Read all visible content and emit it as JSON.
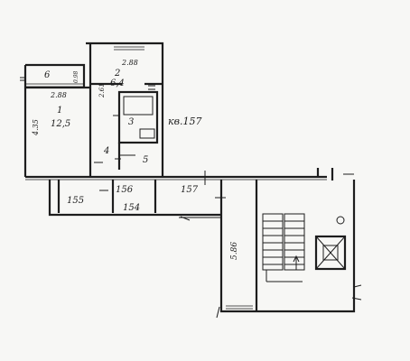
{
  "rooms": {
    "r1_number": "1",
    "r1_area": "12,5",
    "r1_height": "4.35",
    "r2_number": "2",
    "r2_area": "6,4",
    "r2_width": "2.88",
    "r2_height": "2.61",
    "r3_number": "3",
    "r4_number": "4",
    "r5_number": "5",
    "r6_number": "6",
    "r6_small": "0.98",
    "r1_width": "2.88"
  },
  "apartments": {
    "main": "кв.157",
    "a155": "155",
    "a156": "156",
    "a157": "157",
    "a154": "154"
  },
  "stair": {
    "height": "5.86"
  }
}
